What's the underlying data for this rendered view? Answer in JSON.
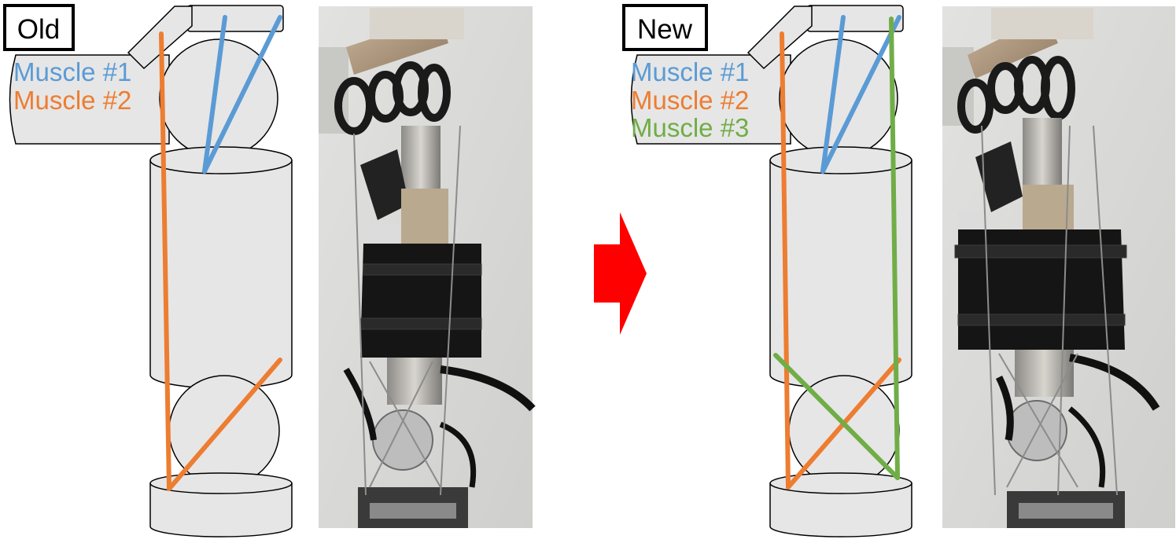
{
  "old_panel": {
    "title": "Old",
    "legend": [
      {
        "label": "Muscle #1",
        "color": "#5b9bd5"
      },
      {
        "label": "Muscle #2",
        "color": "#ed7d31"
      }
    ]
  },
  "new_panel": {
    "title": "New",
    "legend": [
      {
        "label": "Muscle #1",
        "color": "#5b9bd5"
      },
      {
        "label": "Muscle #2",
        "color": "#ed7d31"
      },
      {
        "label": "Muscle #3",
        "color": "#70ad47"
      }
    ]
  },
  "arrow": {
    "color": "#ff0000",
    "icon": "right-arrow-icon"
  },
  "photos": [
    {
      "name": "old-robot-arm-photo"
    },
    {
      "name": "new-robot-arm-photo"
    }
  ],
  "colors": {
    "body_fill": "#e6e6e6",
    "outline": "#000000"
  }
}
